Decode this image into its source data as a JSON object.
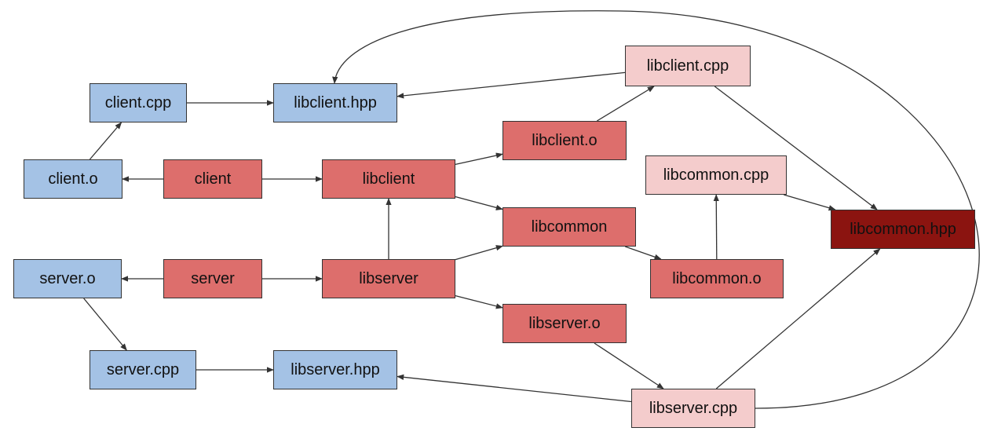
{
  "colors": {
    "blue": "#a4c2e5",
    "red": "#dd6e6c",
    "pink": "#f4cccc",
    "darkred": "#8b1410",
    "edge": "#333333"
  },
  "nodes": [
    {
      "id": "client_cpp",
      "label": "client.cpp",
      "color": "blue"
    },
    {
      "id": "libclient_hpp",
      "label": "libclient.hpp",
      "color": "blue"
    },
    {
      "id": "libclient_cpp",
      "label": "libclient.cpp",
      "color": "pink"
    },
    {
      "id": "libclient_o",
      "label": "libclient.o",
      "color": "red"
    },
    {
      "id": "client_o",
      "label": "client.o",
      "color": "blue"
    },
    {
      "id": "client",
      "label": "client",
      "color": "red"
    },
    {
      "id": "libclient",
      "label": "libclient",
      "color": "red"
    },
    {
      "id": "libcommon_cpp",
      "label": "libcommon.cpp",
      "color": "pink"
    },
    {
      "id": "libcommon",
      "label": "libcommon",
      "color": "red"
    },
    {
      "id": "libcommon_hpp",
      "label": "libcommon.hpp",
      "color": "darkred"
    },
    {
      "id": "server_o",
      "label": "server.o",
      "color": "blue"
    },
    {
      "id": "server",
      "label": "server",
      "color": "red"
    },
    {
      "id": "libserver",
      "label": "libserver",
      "color": "red"
    },
    {
      "id": "libcommon_o",
      "label": "libcommon.o",
      "color": "red"
    },
    {
      "id": "libserver_o",
      "label": "libserver.o",
      "color": "red"
    },
    {
      "id": "server_cpp",
      "label": "server.cpp",
      "color": "blue"
    },
    {
      "id": "libserver_hpp",
      "label": "libserver.hpp",
      "color": "blue"
    },
    {
      "id": "libserver_cpp",
      "label": "libserver.cpp",
      "color": "pink"
    }
  ],
  "edges": [
    {
      "from": "client_o",
      "to": "client_cpp"
    },
    {
      "from": "client_cpp",
      "to": "libclient_hpp"
    },
    {
      "from": "libclient_cpp",
      "to": "libclient_hpp"
    },
    {
      "from": "libclient_cpp",
      "to": "libclient_hpp",
      "curved": true
    },
    {
      "from": "libclient_cpp",
      "to": "libcommon_hpp"
    },
    {
      "from": "client",
      "to": "client_o"
    },
    {
      "from": "client",
      "to": "libclient"
    },
    {
      "from": "libclient",
      "to": "libclient_o"
    },
    {
      "from": "libclient",
      "to": "libcommon"
    },
    {
      "from": "libclient_o",
      "to": "libclient_cpp"
    },
    {
      "from": "server",
      "to": "server_o"
    },
    {
      "from": "server",
      "to": "libserver"
    },
    {
      "from": "libserver",
      "to": "libclient"
    },
    {
      "from": "libserver",
      "to": "libcommon"
    },
    {
      "from": "libserver",
      "to": "libserver_o"
    },
    {
      "from": "libcommon",
      "to": "libcommon_o"
    },
    {
      "from": "libcommon_o",
      "to": "libcommon_cpp"
    },
    {
      "from": "libcommon_cpp",
      "to": "libcommon_hpp"
    },
    {
      "from": "server_o",
      "to": "server_cpp"
    },
    {
      "from": "server_cpp",
      "to": "libserver_hpp"
    },
    {
      "from": "libserver_o",
      "to": "libserver_cpp"
    },
    {
      "from": "libserver_cpp",
      "to": "libserver_hpp"
    },
    {
      "from": "libserver_cpp",
      "to": "libcommon_hpp"
    }
  ]
}
